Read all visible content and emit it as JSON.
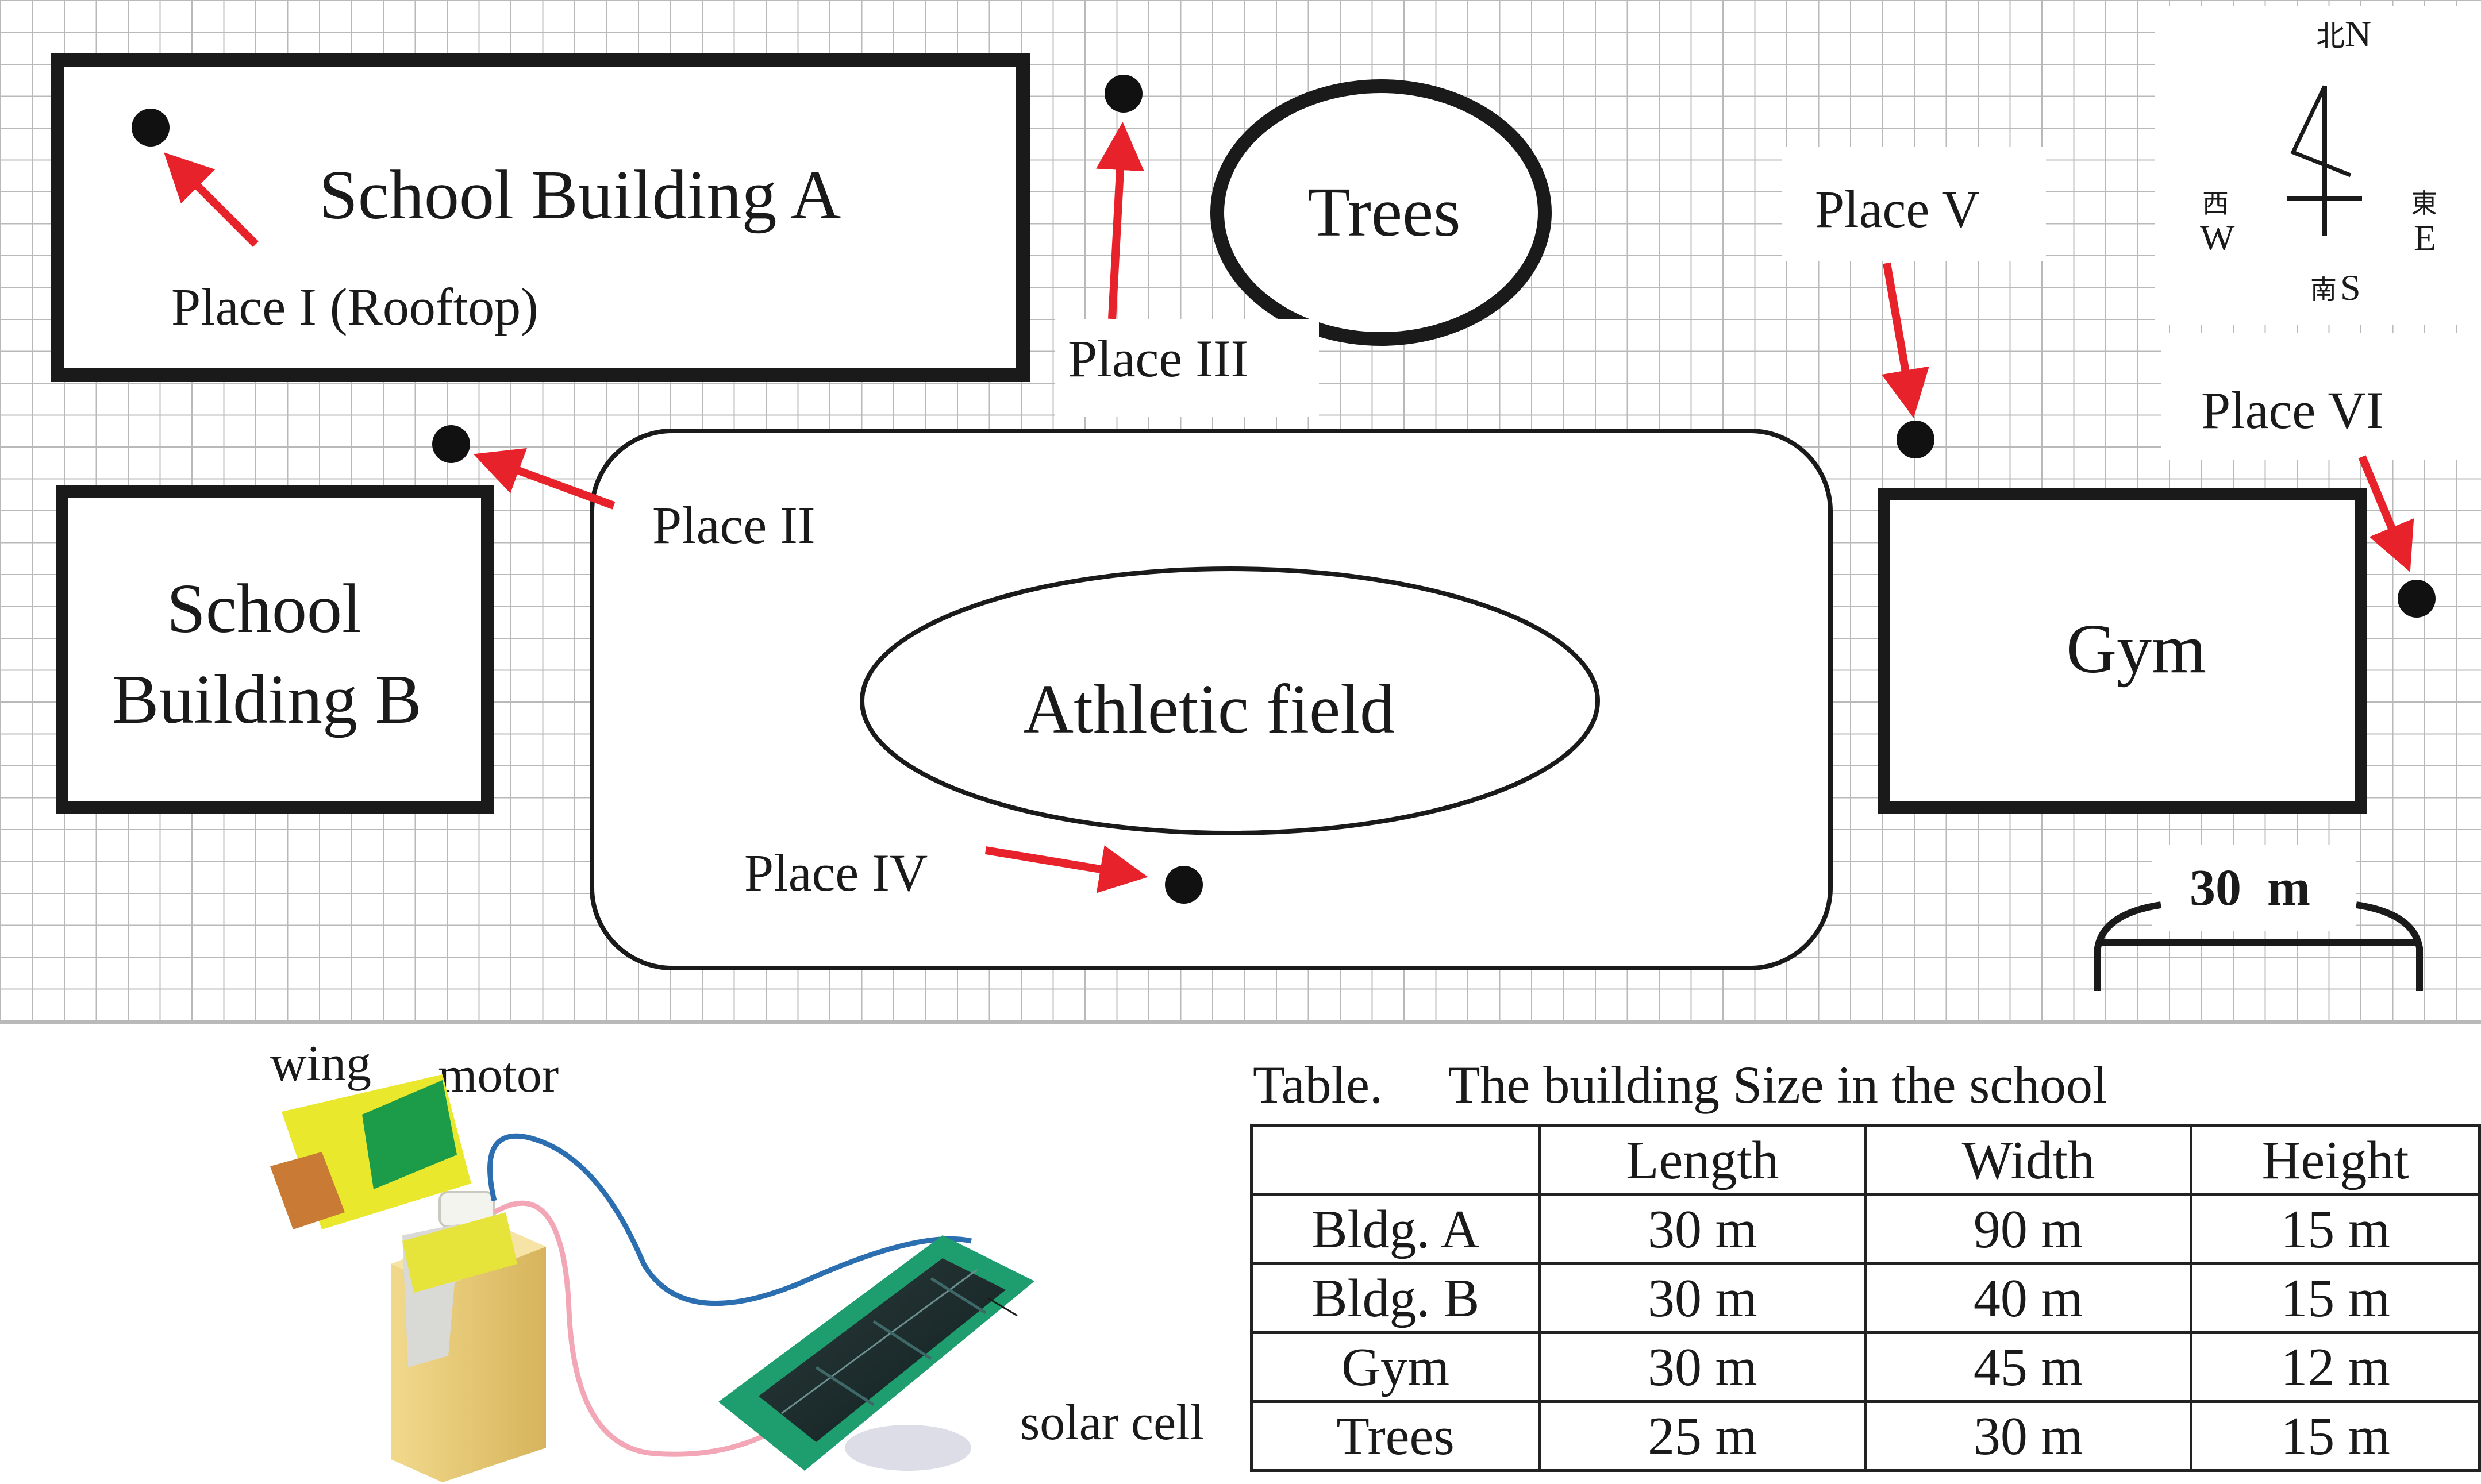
{
  "map": {
    "compass": {
      "north": "N",
      "north_cjk": "北",
      "south": "S",
      "south_cjk": "南",
      "west": "W",
      "west_cjk": "西",
      "east": "E",
      "east_cjk": "東"
    },
    "buildings": {
      "school_a": "School Building A",
      "school_b_line1": "School",
      "school_b_line2": "Building B",
      "trees": "Trees",
      "athletic_field": "Athletic field",
      "gym": "Gym"
    },
    "places": {
      "p1": "Place I (Rooftop)",
      "p2": "Place II",
      "p3": "Place III",
      "p4": "Place IV",
      "p5": "Place V",
      "p6": "Place VI"
    },
    "scale_label": "30  m"
  },
  "apparatus": {
    "wing": "wing",
    "motor": "motor",
    "solar_cell": "solar cell"
  },
  "table": {
    "caption": "Table.     The building Size in the school",
    "headers": [
      "",
      "Length",
      "Width",
      "Height"
    ],
    "rows": [
      [
        "Bldg. A",
        "30 m",
        "90 m",
        "15 m"
      ],
      [
        "Bldg. B",
        "30 m",
        "40 m",
        "15 m"
      ],
      [
        "Gym",
        "30 m",
        "45 m",
        "12 m"
      ],
      [
        "Trees",
        "25 m",
        "30 m",
        "15 m"
      ]
    ]
  },
  "colors": {
    "arrow": "#e8222a",
    "grid": "#b9b9b9",
    "ink": "#1a1a1a",
    "solar_green": "#1e9e6e",
    "wing_yellow": "#e8e62a",
    "wood": "#e7cd7a"
  }
}
